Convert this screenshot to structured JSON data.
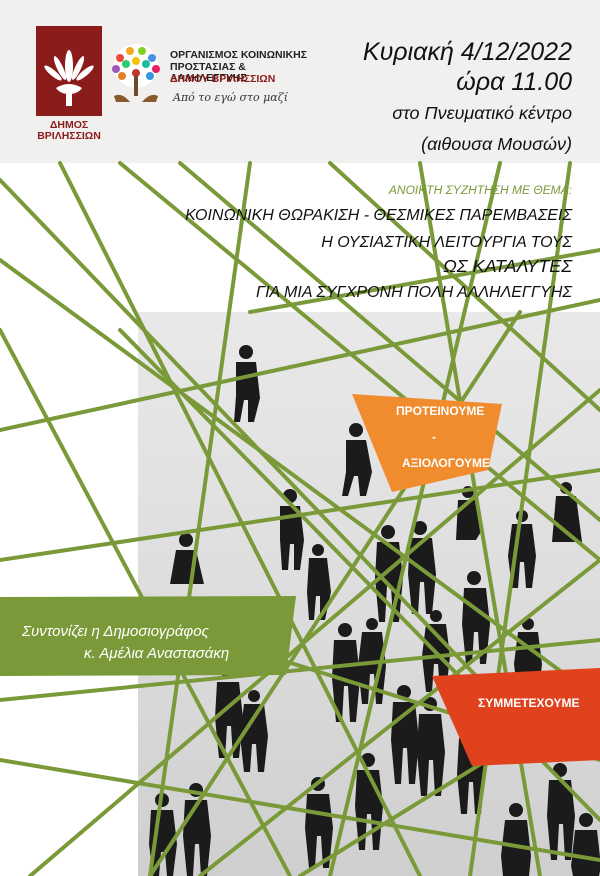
{
  "header": {
    "municipality_name": "ΔΗΜΟΣ\nΒΡΙΛΗΣΣΙΩΝ",
    "org_title": "ΟΡΓΑΝΙΣΜΟΣ ΚΟΙΝΩΝΙΚΗΣ\nΠΡΟΣΤΑΣΙΑΣ & ΑΛΛΗΛΕΓΓΥΗΣ",
    "org_subtitle": "ΔΗΜΟΥ ΒΡΙΛΗΣΣΙΩΝ",
    "org_slogan": "Από το εγώ στο μαζί"
  },
  "event": {
    "date": "Κυριακή 4/12/2022",
    "time": "ώρα 11.00",
    "venue": "στο Πνευματικό κέντρο",
    "hall": "(αιθουσα Μουσών)"
  },
  "topic": {
    "label": "ΑΝΟΙΚΤΗ ΣΥΖΗΤΗΣΗ ΜΕ ΘΕΜΑ:",
    "line1": "ΚΟΙΝΩΝΙΚΗ ΘΩΡΑΚΙΣΗ - ΘΕΣΜΙΚΕΣ ΠΑΡΕΜΒΑΣΕΙΣ",
    "line2": "Η ΟΥΣΙΑΣΤΙΚΗ ΛΕΙΤΟΥΡΓΙΑ ΤΟΥΣ",
    "line3": "ΩΣ ΚΑΤΑΛΥΤΕΣ",
    "line4": "ΓΙΑ ΜΙΑ ΣΥΓΧΡΟΝΗ ΠΟΛΗ ΑΛΛΗΛΕΓΓΥΗΣ"
  },
  "tags": {
    "propose": "ΠΡΟΤΕΙΝΟΥΜΕ",
    "dash": "-",
    "evaluate": "ΑΞΙΟΛΟΓΟΥΜΕ",
    "participate": "ΣΥΜΜΕΤΕΧΟΥΜΕ"
  },
  "moderator": {
    "line1": "Συντονίζει η Δημοσιογράφος",
    "line2": "κ. Αμέλια Αναστασάκη"
  },
  "colors": {
    "green": "#7a9a39",
    "orange": "#f08c2e",
    "red": "#e0421e",
    "municipal_red": "#8b1c1c"
  }
}
